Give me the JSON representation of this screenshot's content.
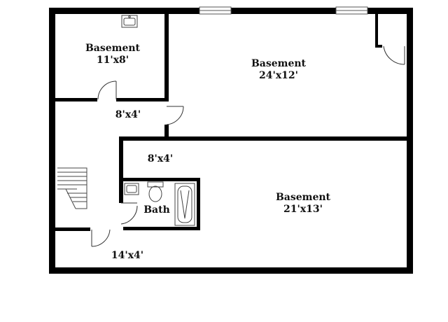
{
  "colors": {
    "wall": "#000000",
    "fixture": "#444444",
    "background": "#ffffff"
  },
  "rooms": {
    "basement_a": {
      "name": "Basement",
      "dims": "11'x8'"
    },
    "basement_b": {
      "name": "Basement",
      "dims": "24'x12'"
    },
    "hall_upper": {
      "dims": "8'x4'"
    },
    "hall_middle": {
      "dims": "8'x4'"
    },
    "bath": {
      "name": "Bath"
    },
    "basement_c": {
      "name": "Basement",
      "dims": "21'x13'"
    },
    "hall_bottom": {
      "dims": "14'x4'"
    }
  },
  "icons": [
    "window-icon",
    "door-swing-icon",
    "stairs-icon",
    "sink-icon",
    "toilet-icon",
    "bathtub-icon"
  ]
}
